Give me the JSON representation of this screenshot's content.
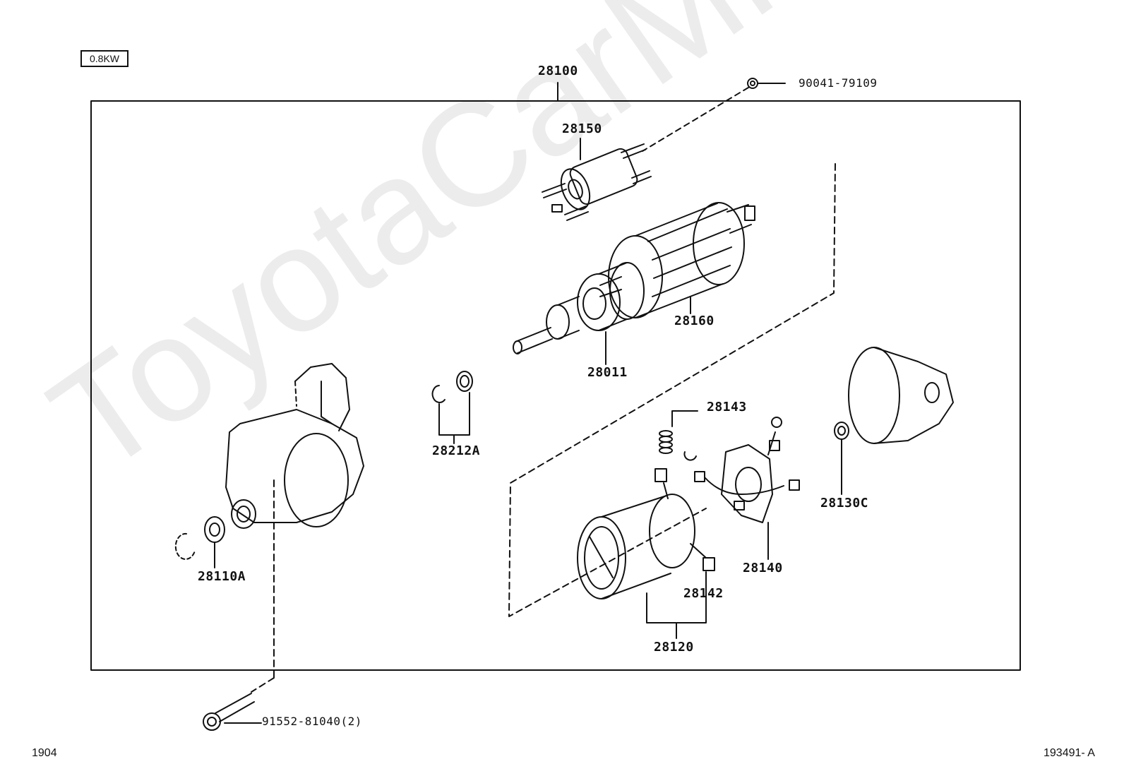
{
  "header": {
    "power_rating": "0.8KW"
  },
  "assembly_ref": "28100",
  "watermark": "ToyotaCarMine.ru",
  "parts": {
    "nut": "90041-79109",
    "solenoid": "28150",
    "armature": "28160",
    "clutch": "28011",
    "ring_kit": "28212A",
    "brush_spring": "28143",
    "drive_housing": "28110A",
    "end_bushing": "28130C",
    "brush_holder": "28140",
    "brush": "28142",
    "yoke": "28120",
    "bolt": "91552-81040(2)"
  },
  "footer": {
    "left": "1904",
    "right": "193491- A"
  },
  "colors": {
    "line": "#111111",
    "background": "#ffffff"
  }
}
